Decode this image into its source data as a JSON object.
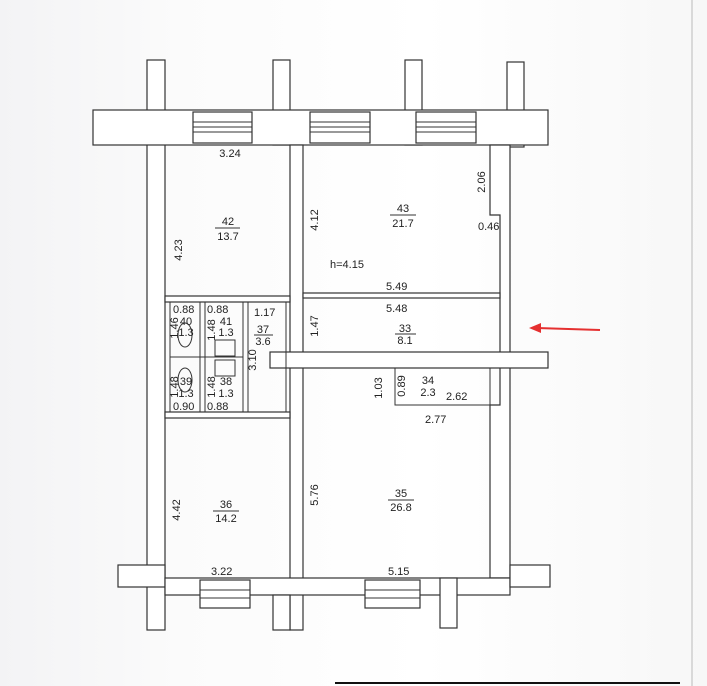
{
  "plan": {
    "ceiling_height": "h=4.15",
    "rooms": [
      {
        "id": "42",
        "area": "13.7"
      },
      {
        "id": "43",
        "area": "21.7"
      },
      {
        "id": "40",
        "area": "1.3"
      },
      {
        "id": "41",
        "area": "1.3"
      },
      {
        "id": "39",
        "area": "1.3"
      },
      {
        "id": "38",
        "area": "1.3"
      },
      {
        "id": "37",
        "area": "3.6"
      },
      {
        "id": "33",
        "area": "8.1"
      },
      {
        "id": "34",
        "area": "2.3"
      },
      {
        "id": "36",
        "area": "14.2"
      },
      {
        "id": "35",
        "area": "26.8"
      }
    ],
    "dimensions": {
      "d324": "3.24",
      "d423": "4.23",
      "d412": "4.12",
      "d206": "2.06",
      "d046": "0.46",
      "d549": "5.49",
      "d548": "5.48",
      "d147": "1.47",
      "d088a": "0.88",
      "d088b": "0.88",
      "d146": "1.46",
      "d148a": "1.48",
      "d117": "1.17",
      "d310": "3.10",
      "d148b": "1.48",
      "d148c": "1.48",
      "d090": "0.90",
      "d088c": "0.88",
      "d103": "1.03",
      "d089": "0.89",
      "d262": "2.62",
      "d277": "2.77",
      "d442": "4.42",
      "d576": "5.76",
      "d322": "3.22",
      "d515": "5.15"
    },
    "marker_color": "#e53030"
  }
}
